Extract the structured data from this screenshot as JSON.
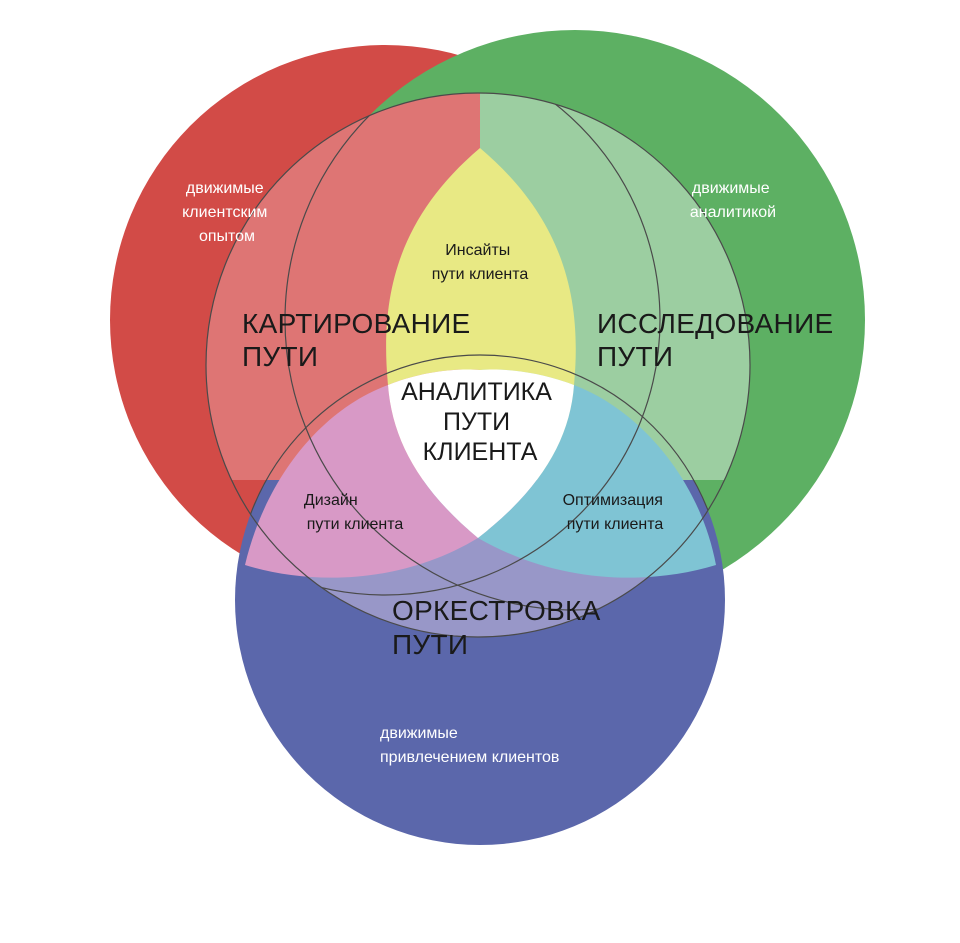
{
  "colors": {
    "red": "#d24b47",
    "green": "#5db063",
    "blue": "#5b67ab",
    "red_inner": "#de7574",
    "green_inner": "#9ccea1",
    "blue_inner": "#9897c8",
    "yellow": "#e8e984",
    "pink": "#d899c6",
    "cyan": "#7fc4d4",
    "center": "#ffffff"
  },
  "outer": {
    "red": [
      "движимые",
      "клиентским",
      "опытом"
    ],
    "green": [
      "движимые",
      "аналитикой"
    ],
    "blue": [
      "движимые",
      "привлечением клиентов"
    ]
  },
  "pairs": {
    "yellow": [
      "Инсайты",
      "пути клиента"
    ],
    "pink": [
      "Дизайн",
      "пути клиента"
    ],
    "cyan": [
      "Оптимизация",
      "пути клиента"
    ]
  },
  "areas": {
    "red": [
      "КАРТИРОВАНИЕ",
      "ПУТИ"
    ],
    "green": [
      "ИССЛЕДОВАНИЕ",
      "ПУТИ"
    ],
    "blue": [
      "ОРКЕСТРОВКА",
      "ПУТИ"
    ]
  },
  "center": [
    "АНАЛИТИКА",
    "ПУТИ",
    "КЛИЕНТА"
  ]
}
